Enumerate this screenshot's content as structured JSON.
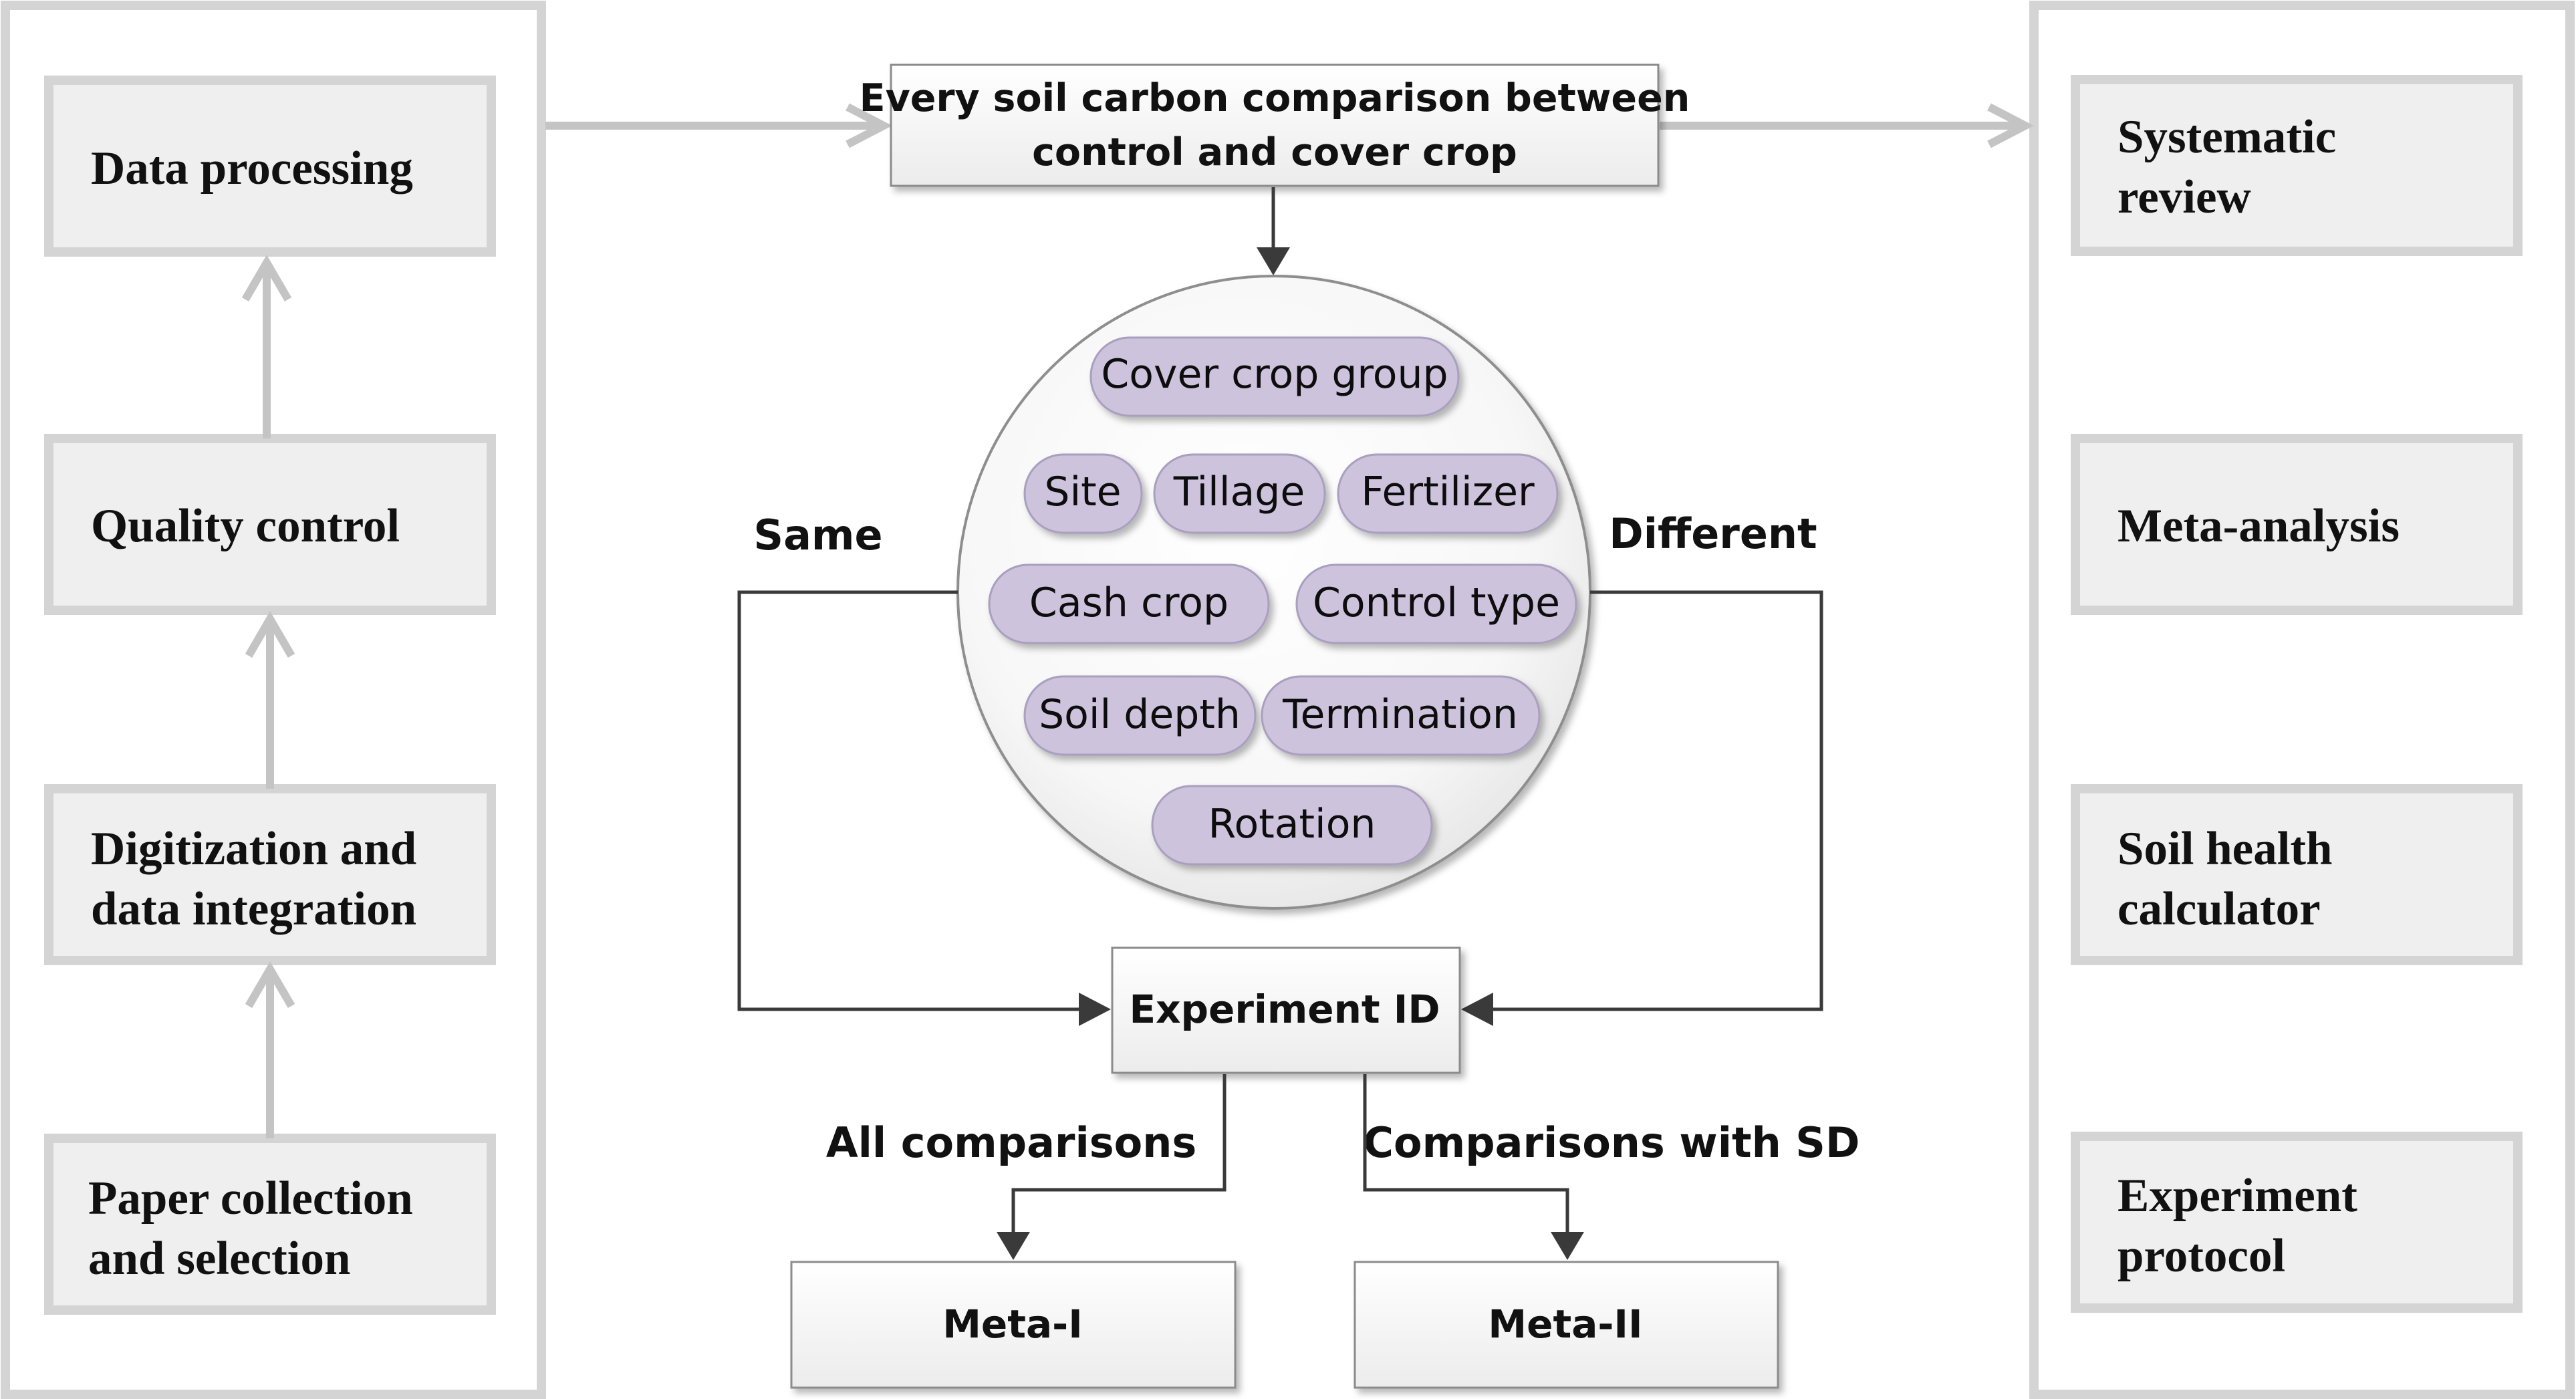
{
  "left_panel": {
    "steps": [
      {
        "lines": [
          "Data processing"
        ]
      },
      {
        "lines": [
          "Quality control"
        ]
      },
      {
        "lines": [
          "Digitization and",
          "data integration"
        ]
      },
      {
        "lines": [
          "Paper collection",
          "and selection"
        ]
      }
    ]
  },
  "right_panel": {
    "outputs": [
      {
        "lines": [
          "Systematic",
          "review"
        ]
      },
      {
        "lines": [
          "Meta-analysis"
        ]
      },
      {
        "lines": [
          "Soil health",
          "calculator"
        ]
      },
      {
        "lines": [
          "Experiment",
          "protocol"
        ]
      }
    ]
  },
  "center": {
    "top_box": {
      "lines": [
        "Every soil carbon comparison between",
        "control and cover crop"
      ]
    },
    "factors": [
      "Cover crop group",
      "Site",
      "Tillage",
      "Fertilizer",
      "Cash crop",
      "Control type",
      "Soil depth",
      "Termination",
      "Rotation"
    ],
    "same_label": "Same",
    "different_label": "Different",
    "experiment_box": "Experiment ID",
    "all_comparisons_label": "All comparisons",
    "sd_comparisons_label": "Comparisons with SD",
    "meta1": "Meta-I",
    "meta2": "Meta-II"
  },
  "colors": {
    "panel_border": "#d4d4d4",
    "box_fill": "#efefef",
    "pill_fill": "#cdc3dd",
    "pill_stroke": "#a99fbe",
    "arrow_gray": "#c4c4c4",
    "arrow_dark": "#3a3a3a"
  }
}
